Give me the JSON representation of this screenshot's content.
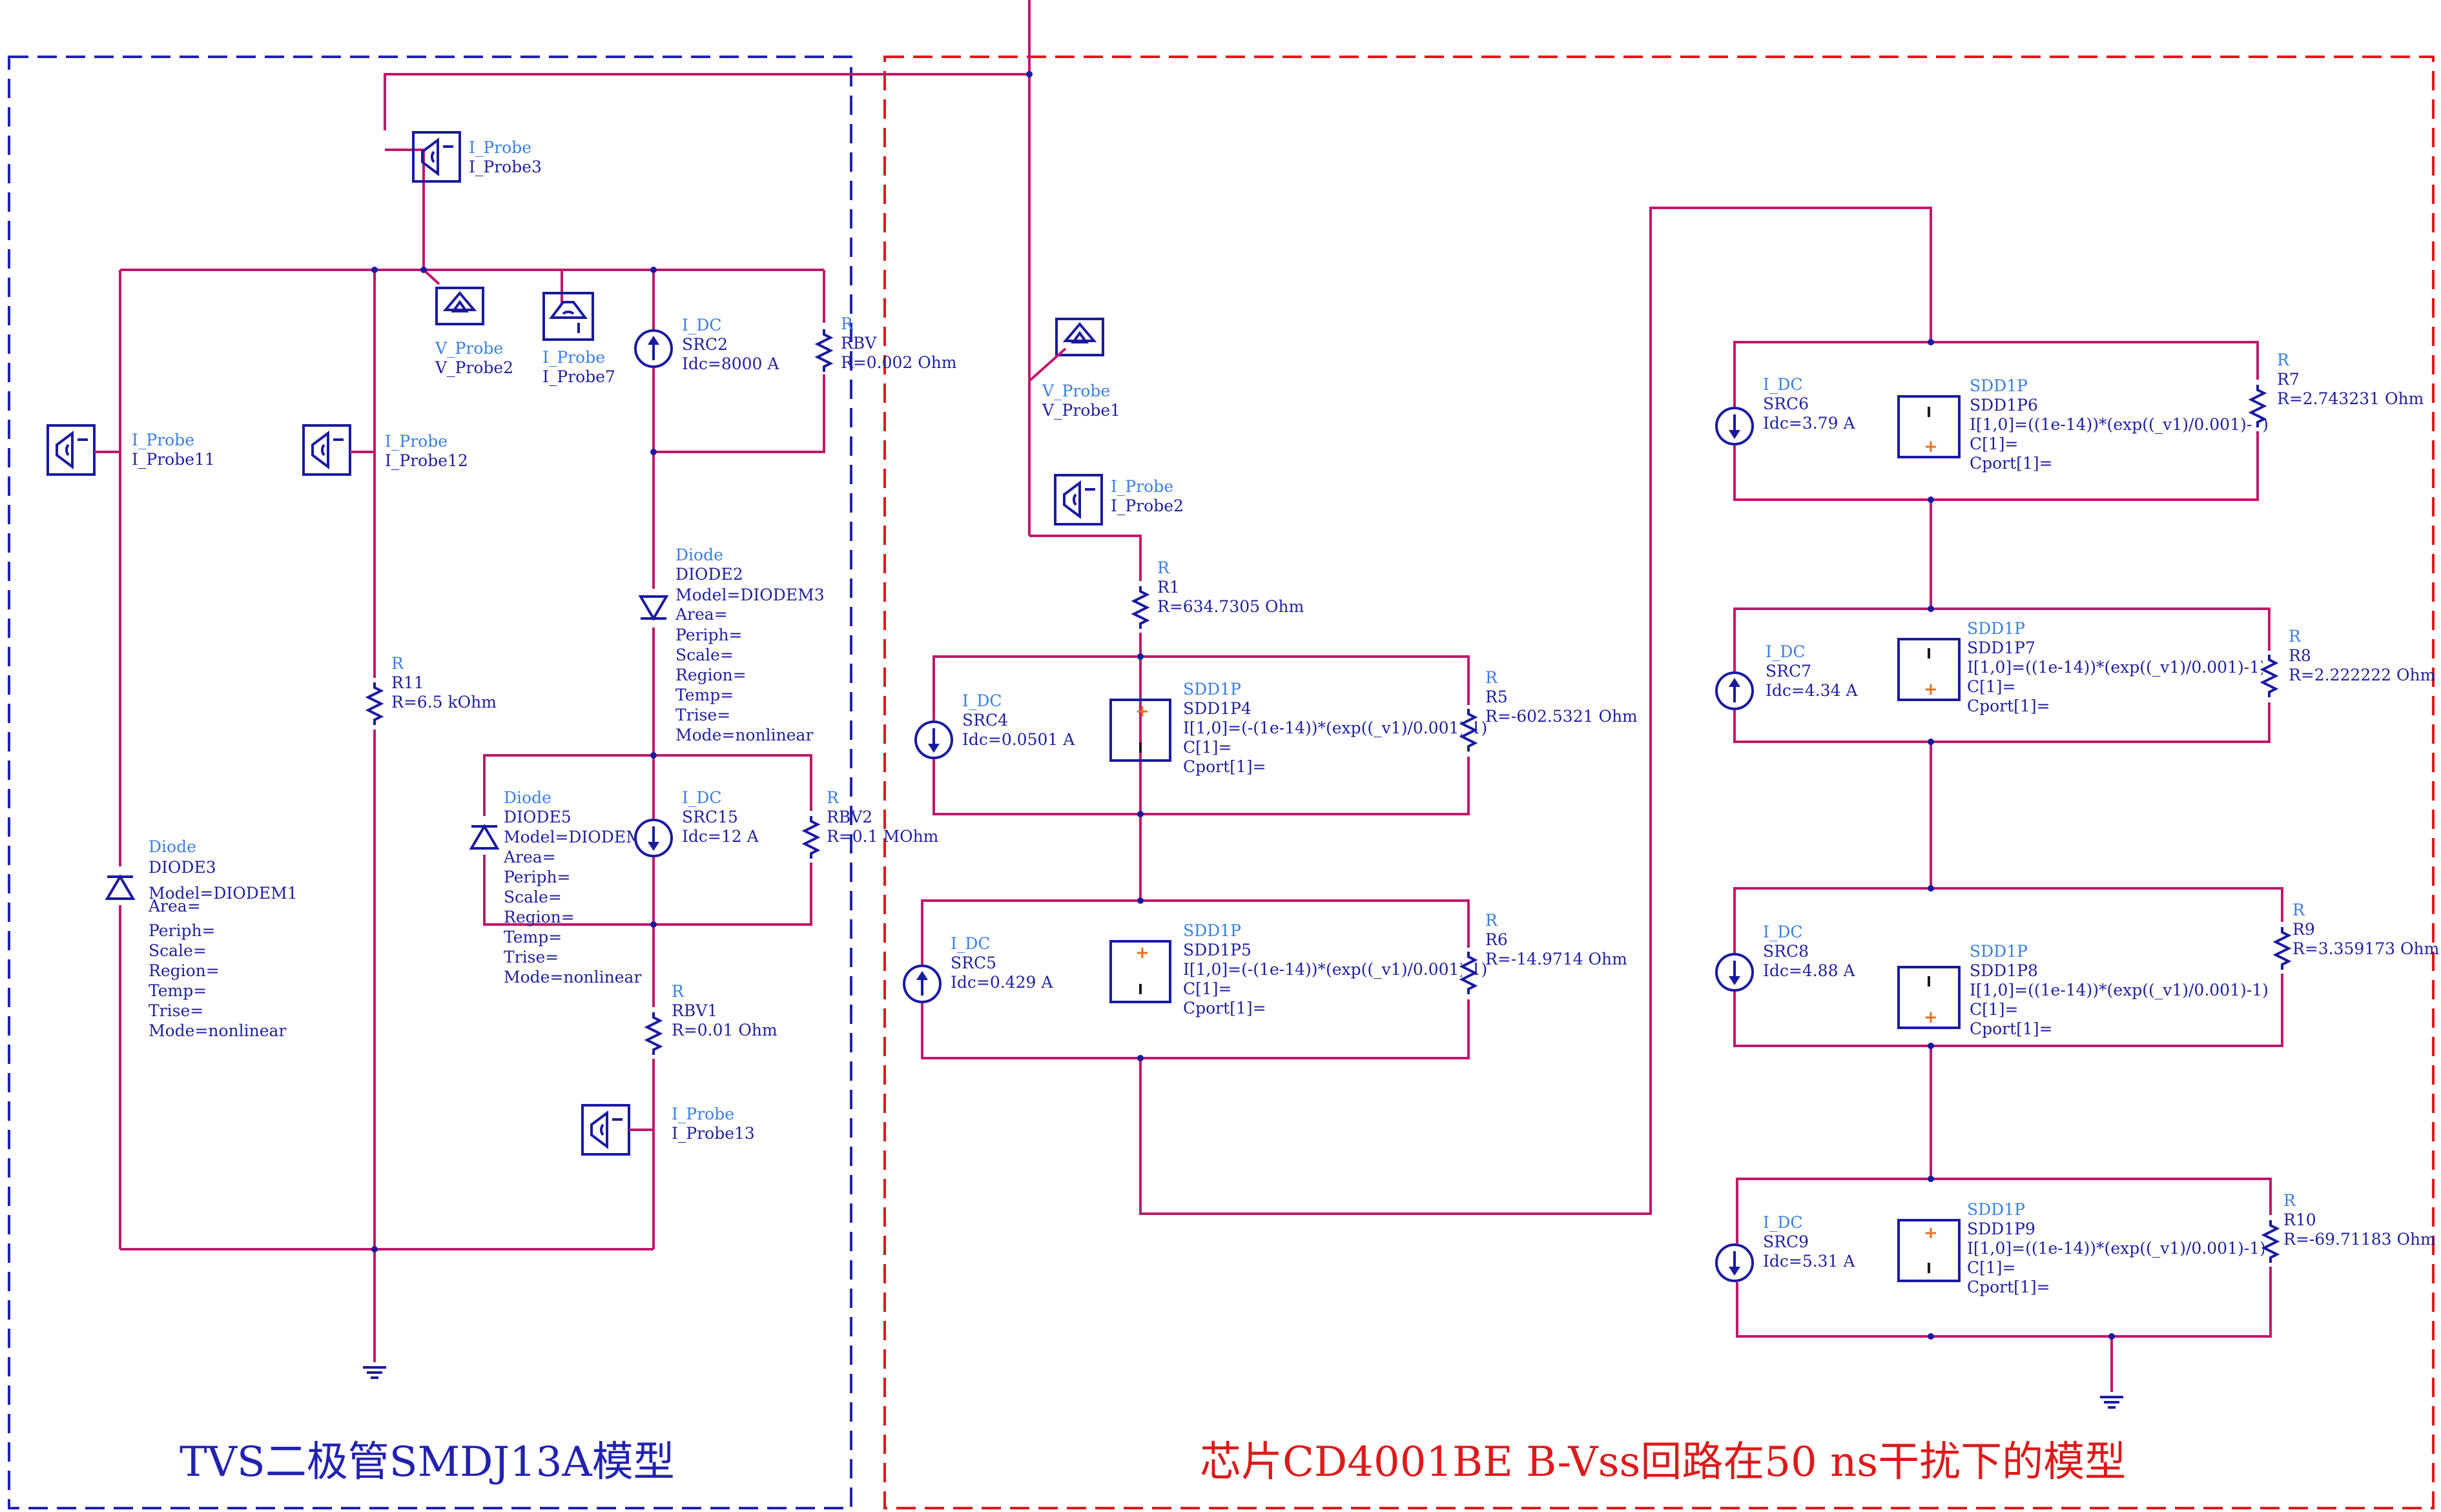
{
  "titles": {
    "left": "TVS二极管SMDJ13A模型",
    "right": "芯片CD4001BE B-Vss回路在50 ns干扰下的模型"
  },
  "colors": {
    "left_frame": "#2222b0",
    "right_frame": "#dd1a1a",
    "wire": "#c0186c",
    "component": "#1a1aa0",
    "type_label": "#3a7fe0"
  },
  "left": {
    "i_probe3": {
      "type": "I_Probe",
      "name": "I_Probe3"
    },
    "v_probe2": {
      "type": "V_Probe",
      "name": "V_Probe2"
    },
    "i_probe7": {
      "type": "I_Probe",
      "name": "I_Probe7"
    },
    "src2": {
      "type": "I_DC",
      "name": "SRC2",
      "p1": "Idc=8000 A"
    },
    "rbv": {
      "type": "R",
      "name": "RBV",
      "p1": "R=0.002 Ohm"
    },
    "i_probe11": {
      "type": "I_Probe",
      "name": "I_Probe11"
    },
    "i_probe12": {
      "type": "I_Probe",
      "name": "I_Probe12"
    },
    "diode2": {
      "type": "Diode",
      "name": "DIODE2",
      "params": [
        "Model=DIODEM3",
        "Area=",
        "Periph=",
        "Scale=",
        "Region=",
        "Temp=",
        "Trise=",
        "Mode=nonlinear"
      ]
    },
    "r11": {
      "type": "R",
      "name": "R11",
      "p1": "R=6.5 kOhm"
    },
    "diode5": {
      "type": "Diode",
      "name": "DIODE5",
      "params": [
        "Model=DIODEM2",
        "Area=",
        "Periph=",
        "Scale=",
        "Region=",
        "Temp=",
        "Trise=",
        "Mode=nonlinear"
      ]
    },
    "src15": {
      "type": "I_DC",
      "name": "SRC15",
      "p1": "Idc=12 A"
    },
    "rbv2": {
      "type": "R",
      "name": "RBV2",
      "p1": "R=0.1 MOhm"
    },
    "diode3": {
      "type": "Diode",
      "name": "DIODE3",
      "params": [
        "Model=DIODEM1",
        "Area=",
        "Periph=",
        "Scale=",
        "Region=",
        "Temp=",
        "Trise=",
        "Mode=nonlinear"
      ]
    },
    "rbv1": {
      "type": "R",
      "name": "RBV1",
      "p1": "R=0.01 Ohm"
    },
    "i_probe13": {
      "type": "I_Probe",
      "name": "I_Probe13"
    }
  },
  "right": {
    "v_probe1": {
      "type": "V_Probe",
      "name": "V_Probe1"
    },
    "i_probe2": {
      "type": "I_Probe",
      "name": "I_Probe2"
    },
    "r1": {
      "type": "R",
      "name": "R1",
      "p1": "R=634.7305 Ohm"
    },
    "src4": {
      "type": "I_DC",
      "name": "SRC4",
      "p1": "Idc=0.0501 A"
    },
    "sdd4": {
      "type": "SDD1P",
      "name": "SDD1P4",
      "params": [
        "I[1,0]=(-(1e-14))*(exp((_v1)/0.001)-1)",
        "C[1]=",
        "Cport[1]="
      ]
    },
    "r5": {
      "type": "R",
      "name": "R5",
      "p1": "R=-602.5321 Ohm"
    },
    "src5": {
      "type": "I_DC",
      "name": "SRC5",
      "p1": "Idc=0.429 A"
    },
    "sdd5": {
      "type": "SDD1P",
      "name": "SDD1P5",
      "params": [
        "I[1,0]=(-(1e-14))*(exp((_v1)/0.001)-1)",
        "C[1]=",
        "Cport[1]="
      ]
    },
    "r6": {
      "type": "R",
      "name": "R6",
      "p1": "R=-14.9714 Ohm"
    },
    "src6": {
      "type": "I_DC",
      "name": "SRC6",
      "p1": "Idc=3.79 A"
    },
    "sdd6": {
      "type": "SDD1P",
      "name": "SDD1P6",
      "params": [
        "I[1,0]=((1e-14))*(exp((_v1)/0.001)-1)",
        "C[1]=",
        "Cport[1]="
      ]
    },
    "r7": {
      "type": "R",
      "name": "R7",
      "p1": "R=2.743231 Ohm"
    },
    "src7": {
      "type": "I_DC",
      "name": "SRC7",
      "p1": "Idc=4.34 A"
    },
    "sdd7": {
      "type": "SDD1P",
      "name": "SDD1P7",
      "params": [
        "I[1,0]=((1e-14))*(exp((_v1)/0.001)-1)",
        "C[1]=",
        "Cport[1]="
      ]
    },
    "r8": {
      "type": "R",
      "name": "R8",
      "p1": "R=2.222222 Ohm"
    },
    "src8": {
      "type": "I_DC",
      "name": "SRC8",
      "p1": "Idc=4.88 A"
    },
    "sdd8": {
      "type": "SDD1P",
      "name": "SDD1P8",
      "params": [
        "I[1,0]=((1e-14))*(exp((_v1)/0.001)-1)",
        "C[1]=",
        "Cport[1]="
      ]
    },
    "r9": {
      "type": "R",
      "name": "R9",
      "p1": "R=3.359173 Ohm"
    },
    "src9": {
      "type": "I_DC",
      "name": "SRC9",
      "p1": "Idc=5.31 A"
    },
    "sdd9": {
      "type": "SDD1P",
      "name": "SDD1P9",
      "params": [
        "I[1,0]=((1e-14))*(exp((_v1)/0.001)-1)",
        "C[1]=",
        "Cport[1]="
      ]
    },
    "r10": {
      "type": "R",
      "name": "R10",
      "p1": "R=-69.71183 Ohm"
    }
  }
}
